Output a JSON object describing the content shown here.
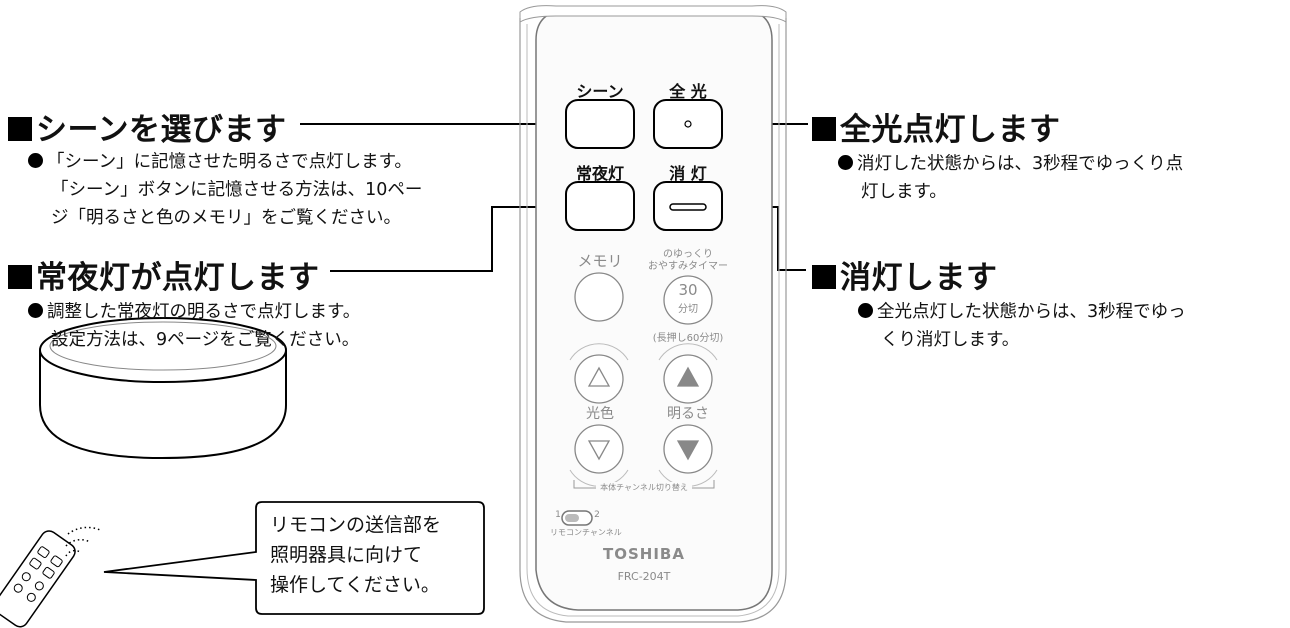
{
  "sections": {
    "scene": {
      "heading": "シーンを選びます",
      "lines": [
        "「シーン」に記憶させた明るさで点灯します。",
        "「シーン」ボタンに記憶させる方法は、10ペー",
        "ジ「明るさと色のメモリ」をご覧ください。"
      ]
    },
    "night": {
      "heading": "常夜灯が点灯します",
      "lines": [
        "調整した常夜灯の明るさで点灯します。",
        "設定方法は、9ページをご覧ください。"
      ]
    },
    "full": {
      "heading": "全光点灯します",
      "lines": [
        "消灯した状態からは、3秒程でゆっくり点",
        "灯します。"
      ]
    },
    "off": {
      "heading": "消灯します",
      "lines": [
        "全光点灯した状態からは、3秒程でゆっ",
        "くり消灯します。"
      ]
    }
  },
  "remote": {
    "scene_label": "シーン",
    "full_label": "全 光",
    "night_label": "常夜灯",
    "off_label": "消 灯",
    "memory_label": "メモリ",
    "timer_label_1": "のゆっくり",
    "timer_label_2": "おやすみタイマー",
    "timer_value": "30",
    "timer_unit": "分切",
    "timer_note": "(長押し60分切)",
    "color_label": "光色",
    "bright_label": "明るさ",
    "channel_switch_label": "本体チャンネル切り替え",
    "ch1": "1",
    "ch2": "2",
    "remote_channel_label": "リモコンチャンネル",
    "brand": "TOSHIBA",
    "model": "FRC-204T"
  },
  "callout": {
    "lines": [
      "リモコンの送信部を",
      "照明器具に向けて",
      "操作してください。"
    ]
  }
}
